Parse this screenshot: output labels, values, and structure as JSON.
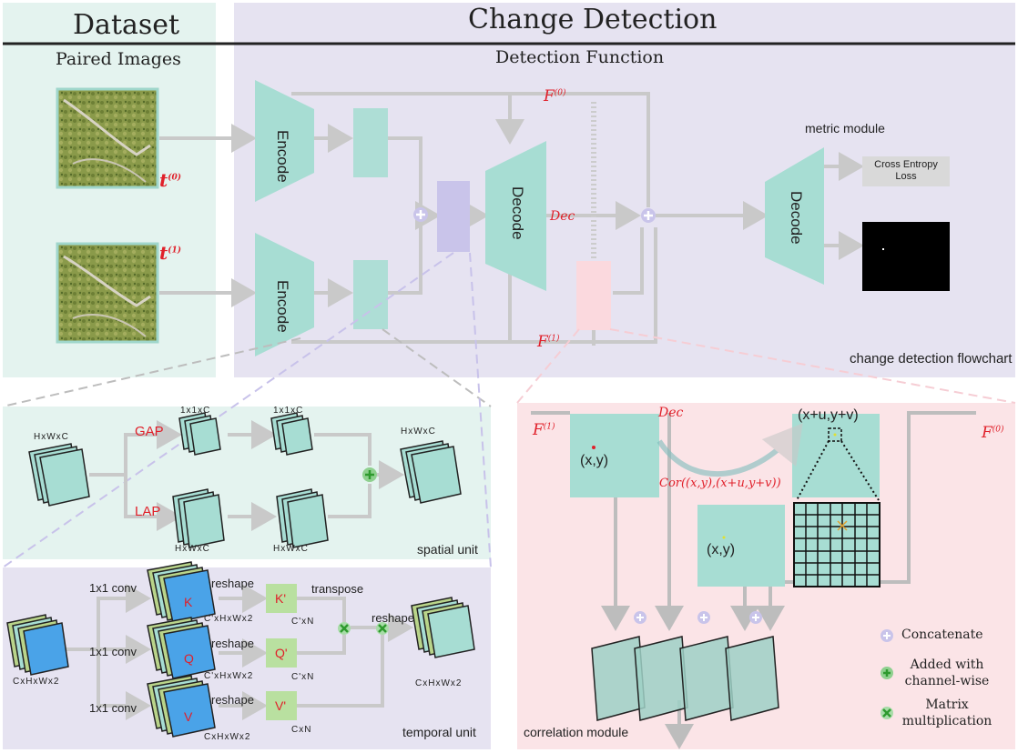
{
  "sections": {
    "dataset": "Dataset",
    "change_detection": "Change Detection",
    "paired_images": "Paired Images",
    "detection_function": "Detection Function"
  },
  "flow": {
    "encode": "Encode",
    "decode": "Decode",
    "f0": "F",
    "f0_sup": "(0)",
    "f1": "F",
    "f1_sup": "(1)",
    "t0": "t",
    "t0_sup": "(0)",
    "t1": "t",
    "t1_sup": "(1)",
    "dec": "Dec",
    "metric_module": "metric module",
    "cross_entropy": "Cross Entropy Loss",
    "caption": "change detection flowchart"
  },
  "spatial": {
    "in_dim": "HxWxC",
    "gap": "GAP",
    "lap": "LAP",
    "dim_1x1xc_a": "1x1xC",
    "dim_1x1xc_b": "1x1xC",
    "dim_hwc_a": "HxWxC",
    "dim_hwc_b": "HxWxC",
    "out_dim": "HxWxC",
    "caption": "spatial unit"
  },
  "temporal": {
    "in_dim": "CxHxWx2",
    "conv": "1x1 conv",
    "k": "K",
    "q": "Q",
    "v": "V",
    "kp": "K'",
    "qp": "Q'",
    "vp": "V'",
    "reshape": "reshape",
    "transpose": "transpose",
    "dim_c1": "C'xHxWx2",
    "dim_c1n": "C'xN",
    "dim_cn": "CxN",
    "dim_cxhxw": "CxHxWx2",
    "out_dim": "CxHxWx2",
    "caption": "temporal unit"
  },
  "correlation": {
    "f1": "F",
    "f1_sup": "(1)",
    "f0": "F",
    "f0_sup": "(0)",
    "dec": "Dec",
    "xy": "(x,y)",
    "xy2": "(x,y)",
    "xuyv": "(x+u,y+v)",
    "cor": "Cor((x,y),(x+u,y+v))",
    "caption": "correlation module"
  },
  "legend": {
    "concatenate": "Concatenate",
    "added": "Added with channel-wise",
    "matrix": "Matrix multiplication"
  },
  "colors": {
    "teal": "#a7ddd3",
    "lavender": "#e6e3f1",
    "mint": "#e4f3ef",
    "pink": "#fbe4e7",
    "blue": "#4aa3e8",
    "red": "#e0202a"
  }
}
